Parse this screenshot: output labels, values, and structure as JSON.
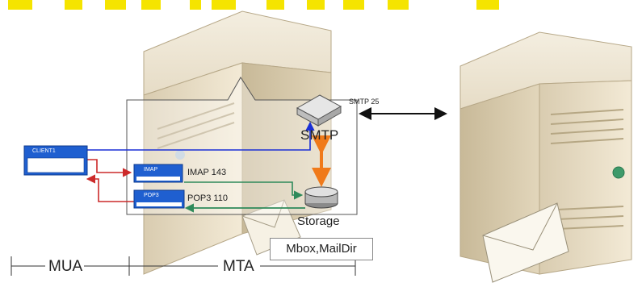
{
  "nodes": {
    "client": "CLIENT1",
    "imap_box": "IMAP",
    "pop3_box": "POP3",
    "imap_port": "IMAP 143",
    "pop3_port": "POP3 110",
    "smtp_port": "SMTP 25",
    "smtp_label": "SMTP",
    "storage_label": "Storage",
    "mbox_label": "Mbox,MailDir"
  },
  "scale": {
    "mua": "MUA",
    "mta": "MTA"
  },
  "colors": {
    "box_blue": "#1f5fd0",
    "client_link": "#1a2fd6",
    "imap_link": "#cc2a2a",
    "storage_link": "#2e8a5a",
    "smtp_storage_link": "#f07a1a",
    "server_beige": "#e8dcc2",
    "title_yellow": "#f5e400"
  }
}
